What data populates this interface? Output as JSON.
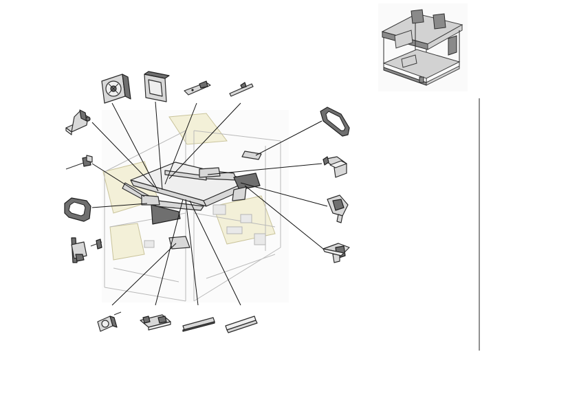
{
  "figure": {
    "type": "exploded-parts-diagram",
    "callout_count": 16,
    "has_overview_thumbnail": true,
    "has_right_margin_rule": true
  },
  "parts": [
    {
      "id": "cooling-fan",
      "icon": "fan-icon"
    },
    {
      "id": "fan-duct",
      "icon": "square-duct-icon"
    },
    {
      "id": "flat-bracket",
      "icon": "bracket-icon"
    },
    {
      "id": "thin-rod",
      "icon": "rod-icon"
    },
    {
      "id": "guide-block",
      "icon": "block-icon"
    },
    {
      "id": "pin-shaft",
      "icon": "pin-icon"
    },
    {
      "id": "rubber-seal-rect",
      "icon": "seal-icon"
    },
    {
      "id": "mounting-bracket",
      "icon": "bracket-icon"
    },
    {
      "id": "small-fan",
      "icon": "fan-icon"
    },
    {
      "id": "circuit-board",
      "icon": "pcb-icon"
    },
    {
      "id": "guide-rail-left",
      "icon": "rail-icon"
    },
    {
      "id": "guide-rail-right",
      "icon": "rail-icon"
    },
    {
      "id": "rubber-seal-d",
      "icon": "seal-icon"
    },
    {
      "id": "cover-plate",
      "icon": "cover-icon"
    },
    {
      "id": "side-clip",
      "icon": "clip-icon"
    },
    {
      "id": "lever-arm",
      "icon": "lever-icon"
    }
  ],
  "colors": {
    "line": "#111111",
    "part_fill": "#d8d8d8",
    "ghost_line": "#b9b9b9",
    "ghost_yellow": "#f3f0d8"
  }
}
